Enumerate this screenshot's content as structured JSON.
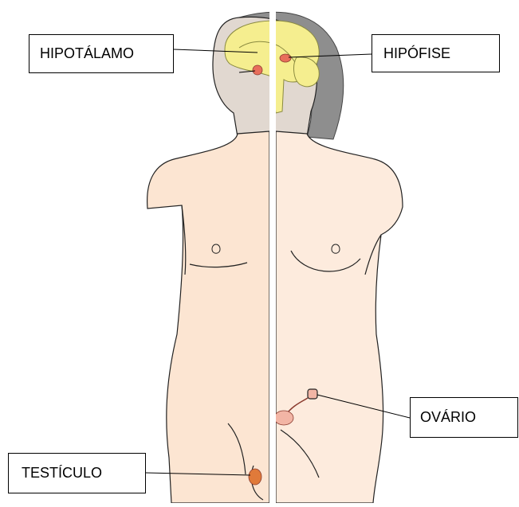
{
  "labels": {
    "hypothalamus": "HIPOTÁLAMO",
    "pituitary": "HIPÓFISE",
    "ovary": "OVÁRIO",
    "testicle": "TESTÍCULO"
  },
  "colors": {
    "male_skin": "#FCE5D2",
    "female_skin": "#FDEBDD",
    "hair": "#8E8E8E",
    "face_shadow": "#E1D8D0",
    "brain": "#F5EE8F",
    "gland": "#E86E5B",
    "divider": "#FFFFFF"
  }
}
